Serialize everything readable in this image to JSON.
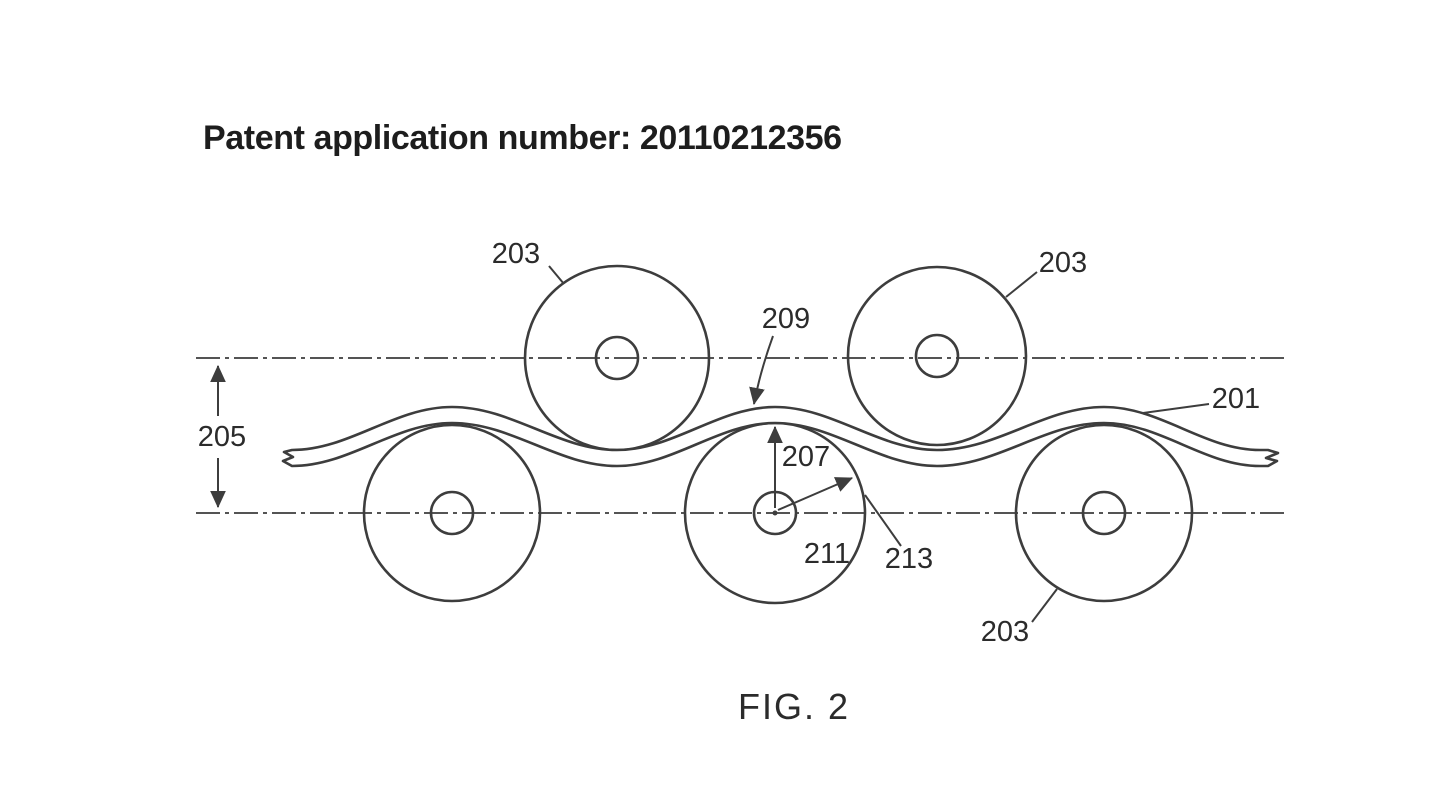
{
  "title": "Patent application number: 20110212356",
  "figure": {
    "caption": "FIG. 2",
    "labels": {
      "roller_top_left": "203",
      "roller_top_right": "203",
      "roller_bottom_right": "203",
      "sheet": "201",
      "pitch_height": "205",
      "radius_vertical": "207",
      "sheet_surface": "209",
      "radius_diagonal": "211",
      "roller_surface": "213"
    }
  }
}
